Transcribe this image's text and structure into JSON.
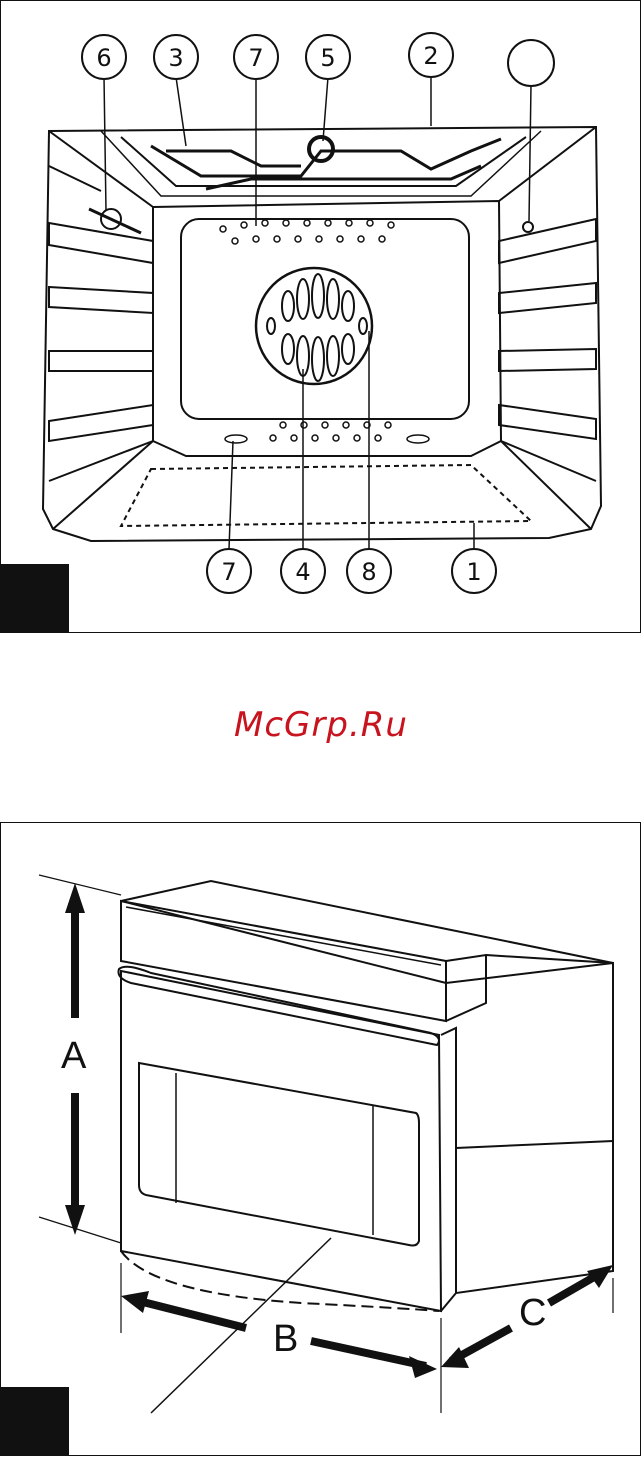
{
  "watermark": {
    "text": "McGrp.Ru",
    "color": "#c8141e"
  },
  "oven_interior_diagram": {
    "callouts_top": [
      "6",
      "3",
      "7",
      "5",
      "2",
      ""
    ],
    "callouts_bottom": [
      "7",
      "4",
      "8",
      "1"
    ]
  },
  "oven_dimensions_diagram": {
    "labels": {
      "height": "A",
      "width": "B",
      "depth": "C"
    }
  }
}
